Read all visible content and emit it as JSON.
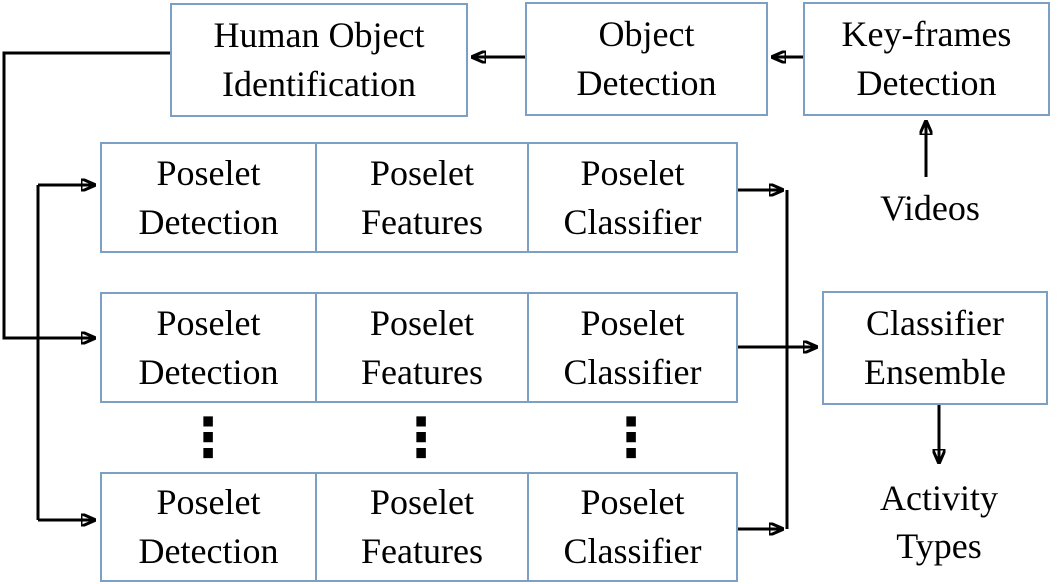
{
  "colors": {
    "box_border": "#7e9fc4",
    "arrow": "#000000",
    "background": "#ffffff",
    "text": "#000000"
  },
  "boxes": {
    "human_object_identification": "Human Object\nIdentification",
    "object_detection": "Object\nDetection",
    "keyframes_detection": "Key-frames\nDetection",
    "classifier_ensemble": "Classifier\nEnsemble"
  },
  "poselet_rows": [
    {
      "cells": [
        {
          "label": "Poselet\nDetection"
        },
        {
          "label": "Poselet\nFeatures"
        },
        {
          "label": "Poselet\nClassifier"
        }
      ]
    },
    {
      "cells": [
        {
          "label": "Poselet\nDetection"
        },
        {
          "label": "Poselet\nFeatures"
        },
        {
          "label": "Poselet\nClassifier"
        }
      ]
    },
    {
      "cells": [
        {
          "label": "Poselet\nDetection"
        },
        {
          "label": "Poselet\nFeatures"
        },
        {
          "label": "Poselet\nClassifier"
        }
      ]
    }
  ],
  "ellipsis": [
    "⋮",
    "⋮",
    "⋮"
  ],
  "annotations": {
    "input_label": "Videos",
    "output_label": "Activity\nTypes"
  }
}
